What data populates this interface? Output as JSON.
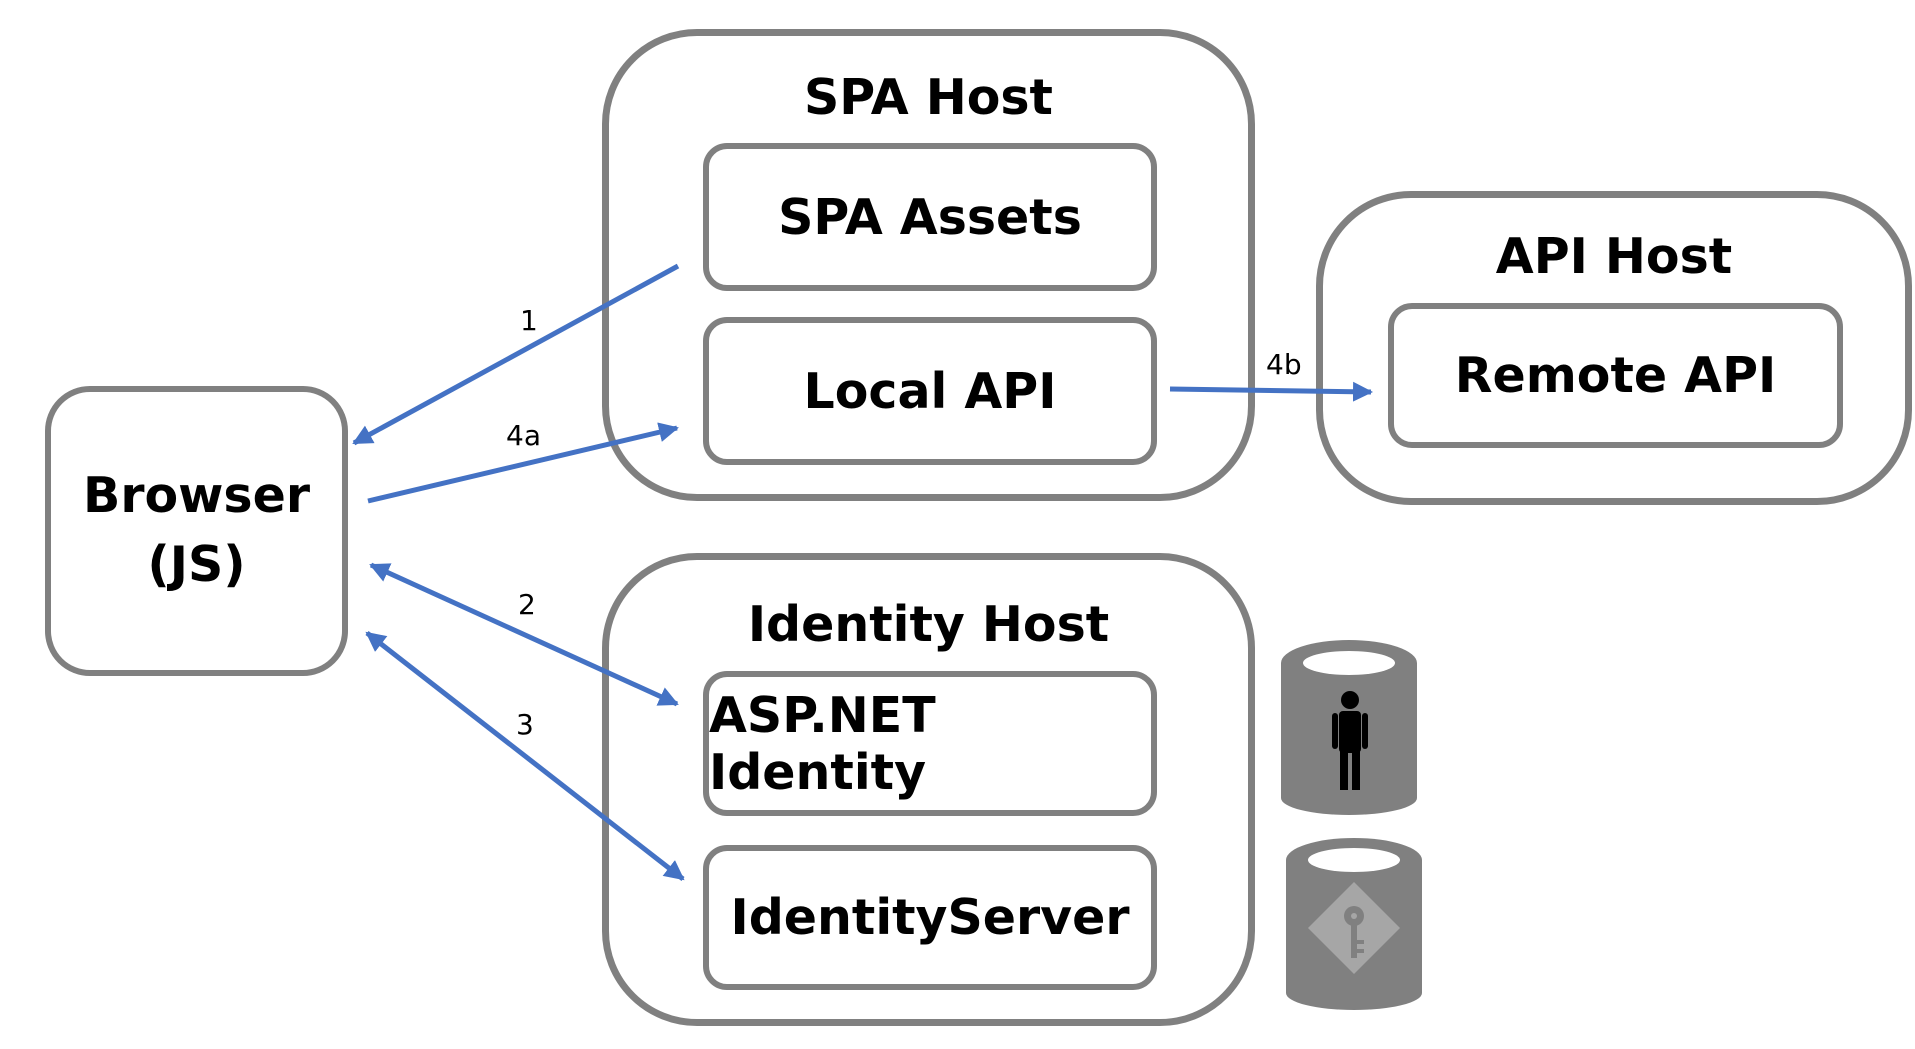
{
  "browser": {
    "line1": "Browser",
    "line2": "(JS)"
  },
  "spa_host": {
    "title": "SPA Host",
    "assets": "SPA Assets",
    "local_api": "Local API"
  },
  "api_host": {
    "title": "API Host",
    "remote_api": "Remote API"
  },
  "identity_host": {
    "title": "Identity Host",
    "aspnet_identity": "ASP.NET Identity",
    "identity_server": "IdentityServer"
  },
  "arrows": {
    "label_1": "1",
    "label_2": "2",
    "label_3": "3",
    "label_4a": "4a",
    "label_4b": "4b"
  },
  "colors": {
    "arrow": "#4472C4",
    "border": "#808080",
    "database": "#808080"
  },
  "icons": [
    "user-database-icon",
    "key-database-icon"
  ]
}
